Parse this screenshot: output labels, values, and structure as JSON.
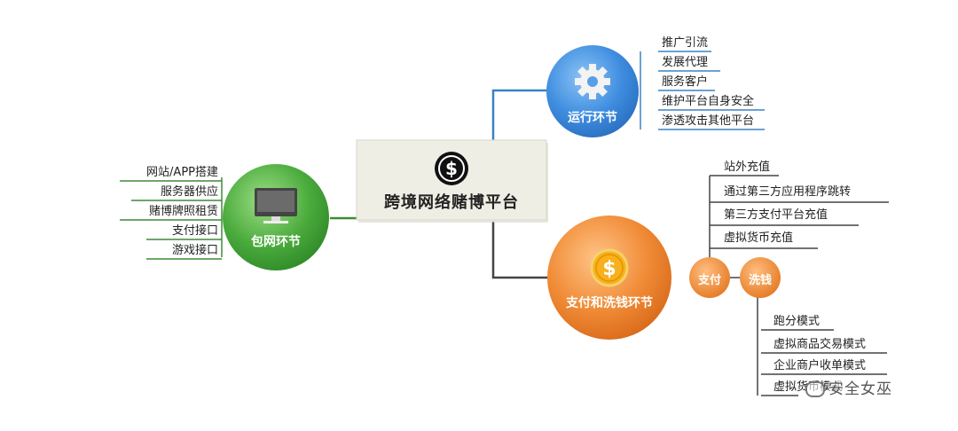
{
  "center": {
    "title": "跨境网络赌博平台",
    "icon": "dollar-icon"
  },
  "nodes": {
    "run": {
      "label": "运行环节",
      "icon": "gear-icon",
      "color": "#3f8de0"
    },
    "net": {
      "label": "包网环节",
      "icon": "monitor-icon",
      "color": "#46a83a"
    },
    "pay": {
      "label": "支付和洗钱环节",
      "icon": "coin-icon",
      "color": "#ee8530"
    },
    "zhifu": {
      "label": "支付"
    },
    "xiqian": {
      "label": "洗钱"
    }
  },
  "run_items": [
    "推广引流",
    "发展代理",
    "服务客户",
    "维护平台自身安全",
    "渗透攻击其他平台"
  ],
  "net_items": [
    "网站/APP搭建",
    "服务器供应",
    "赌博牌照租赁",
    "支付接口",
    "游戏接口"
  ],
  "pay_items": [
    "站外充值",
    "通过第三方应用程序跳转",
    "第三方支付平台充值",
    "虚拟货币充值"
  ],
  "launder_items": [
    "跑分模式",
    "虚拟商品交易模式",
    "企业商户收单模式",
    "虚拟货币模式"
  ],
  "watermark": "安全女巫",
  "colors": {
    "blue_line": "#3a82c4",
    "green_line": "#3d8a36",
    "gray_line": "#444444"
  }
}
